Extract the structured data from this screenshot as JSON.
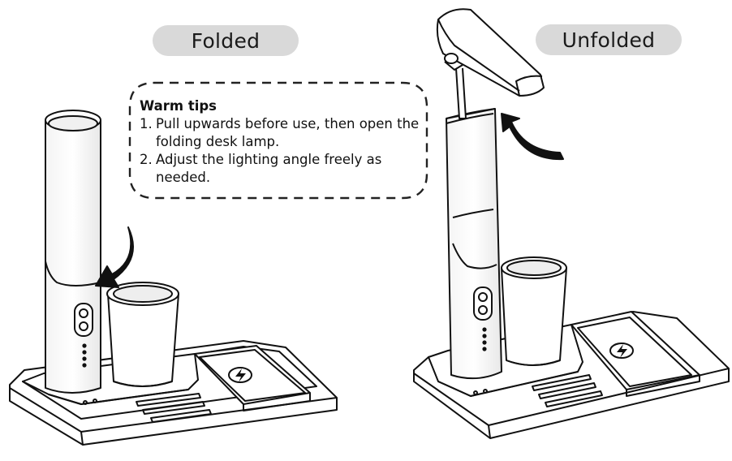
{
  "labels": {
    "folded": "Folded",
    "unfolded": "Unfolded"
  },
  "warm_tips": {
    "title": "Warm tips",
    "items": [
      {
        "num": "1.",
        "text": "Pull upwards before use, then open the folding desk lamp."
      },
      {
        "num": "2.",
        "text": "Adjust the lighting angle freely as needed."
      }
    ]
  },
  "colors": {
    "pill_bg": "#d9d9d9",
    "line": "#111111",
    "fill_light": "#ffffff",
    "shade": "#e6e6e6"
  },
  "icons": [
    "wireless-charging-icon",
    "curved-arrow-icon",
    "lamp-button-icon"
  ]
}
